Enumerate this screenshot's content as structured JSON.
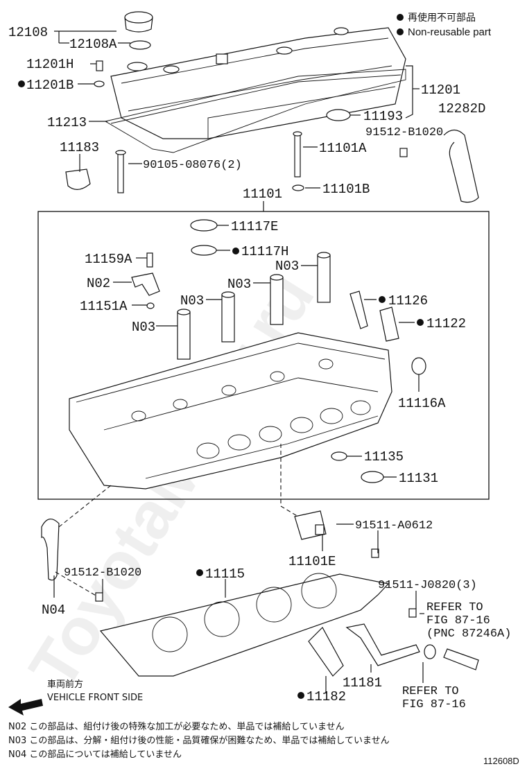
{
  "legend": {
    "jp": "再使用不可部品",
    "en": "Non-reusable part"
  },
  "parts": {
    "p12108": "12108",
    "p12108A": "12108A",
    "p11201H": "11201H",
    "p11201B": "11201B",
    "p11213": "11213",
    "p11201": "11201",
    "p11193": "11193",
    "p12282D": "12282D",
    "p91512_top": "91512-B1020",
    "p11183": "11183",
    "p90105": "90105-08076(2)",
    "p11101A": "11101A",
    "p11101B": "11101B",
    "p11101": "11101",
    "p11117E": "11117E",
    "p11117H": "11117H",
    "p11159A": "11159A",
    "pN02": "N02",
    "p11151A": "11151A",
    "pN03a": "N03",
    "pN03b": "N03",
    "pN03c": "N03",
    "pN03d": "N03",
    "p11126": "11126",
    "p11122": "11122",
    "p11116A": "11116A",
    "p11135": "11135",
    "p11131": "11131",
    "p91511_A": "91511-A0612",
    "p11101E": "11101E",
    "p91512_bot": "91512-B1020",
    "pN04": "N04",
    "p11115": "11115",
    "p91511_J": "91511-J0820(3)",
    "refer1_a": "REFER TO",
    "refer1_b": "FIG 87-16",
    "refer1_c": "(PNC 87246A)",
    "p11181": "11181",
    "p11182": "11182",
    "refer2_a": "REFER TO",
    "refer2_b": "FIG 87-16"
  },
  "front": {
    "jp": "車両前方",
    "en": "VEHICLE FRONT SIDE"
  },
  "notes": [
    "N02 この部品は、組付け後の特殊な加工が必要なため、単品では補給していません",
    "N03 この部品は、分解・組付け後の性能・品質確保が困難なため、単品では補給していません",
    "N04 この部品については補給していません"
  ],
  "watermark": "ToyotaMiner.ru",
  "figure_code": "112608D"
}
